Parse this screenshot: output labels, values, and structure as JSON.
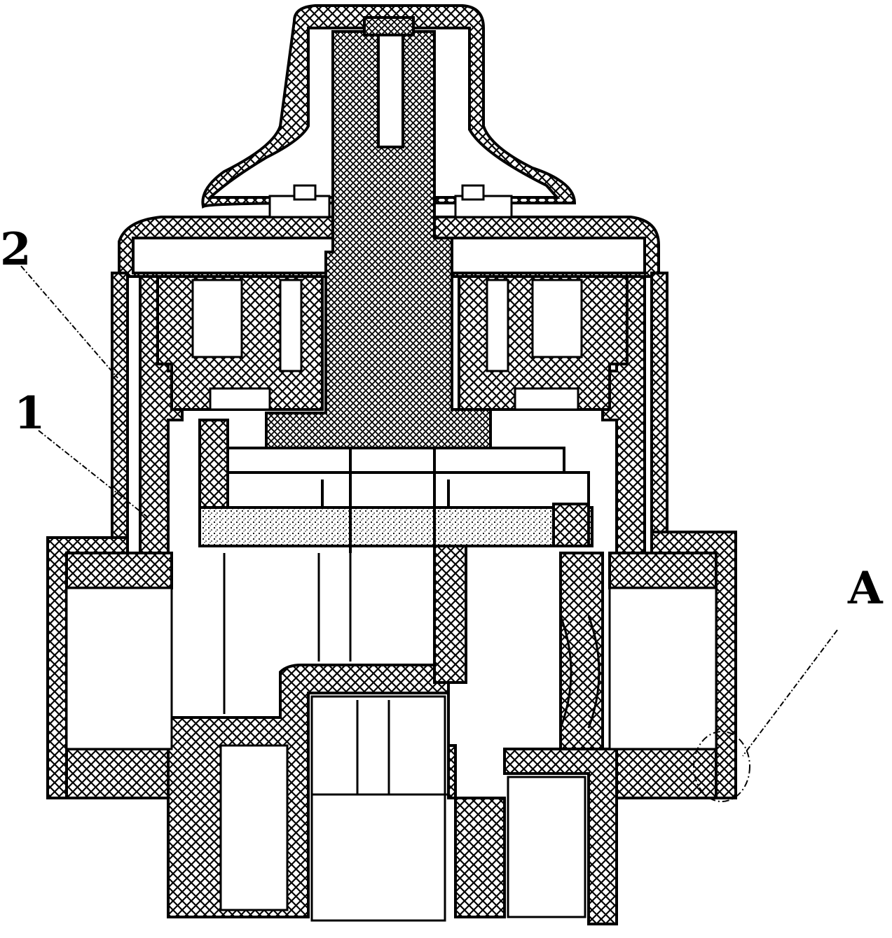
{
  "figure": {
    "labels": {
      "part_2": "2",
      "part_1": "1",
      "detail_a": "A"
    },
    "colors": {
      "ink": "#000000",
      "paper": "#ffffff"
    }
  }
}
